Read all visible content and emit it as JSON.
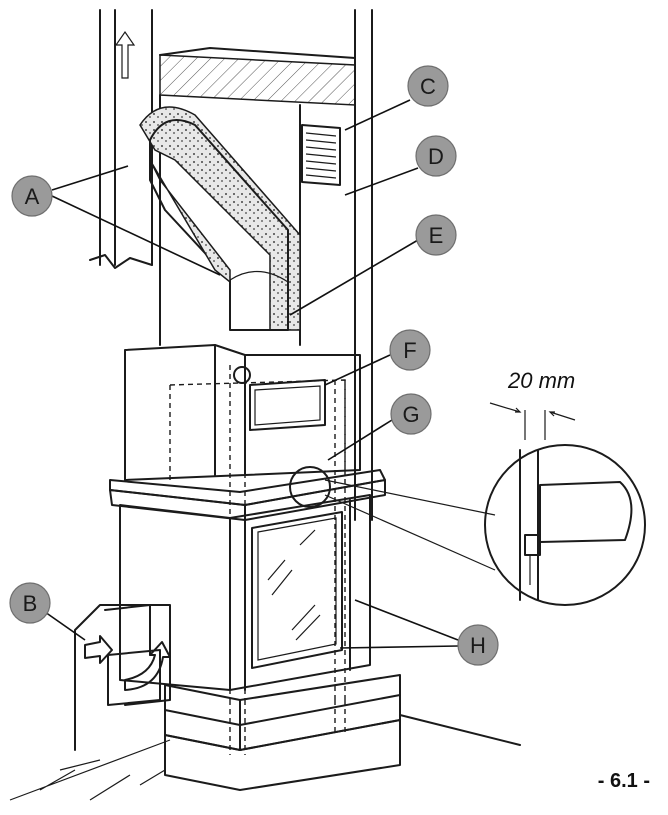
{
  "labels": {
    "A": "A",
    "B": "B",
    "C": "C",
    "D": "D",
    "E": "E",
    "F": "F",
    "G": "G",
    "H": "H"
  },
  "measurement": "20 mm",
  "page_number": "- 6.1 -",
  "colors": {
    "label_fill": "#9a9a9a",
    "ink": "#1b1b1b",
    "background": "#ffffff"
  }
}
